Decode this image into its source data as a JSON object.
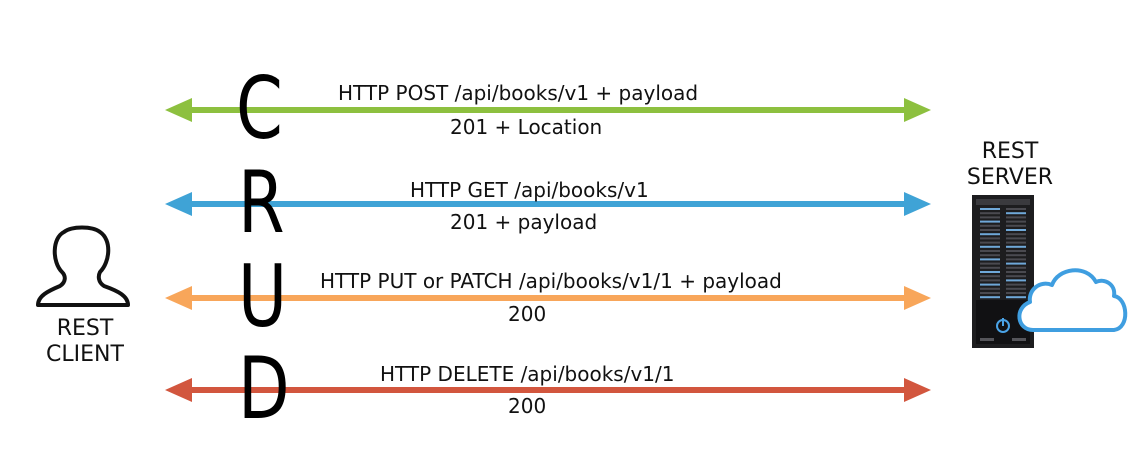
{
  "crud_letters": [
    "C",
    "R",
    "U",
    "D"
  ],
  "operations": [
    {
      "letter": "C",
      "request": "HTTP POST /api/books/v1 + payload",
      "response": "201 + Location",
      "color": "#8dc03f"
    },
    {
      "letter": "R",
      "request": "HTTP GET /api/books/v1",
      "response": "201 + payload",
      "color": "#3fa3d6"
    },
    {
      "letter": "U",
      "request": "HTTP PUT or PATCH /api/books/v1/1 + payload",
      "response": "200",
      "color": "#f8a65a"
    },
    {
      "letter": "D",
      "request": "HTTP DELETE /api/books/v1/1",
      "response": "200",
      "color": "#d2563e"
    }
  ],
  "client": {
    "label_line1": "REST",
    "label_line2": "CLIENT",
    "icon": "user-icon"
  },
  "server": {
    "label_line1": "REST",
    "label_line2": "SERVER",
    "icon": "server-rack-icon",
    "cloud_icon": "cloud-icon",
    "cloud_color": "#3f9ee0"
  }
}
